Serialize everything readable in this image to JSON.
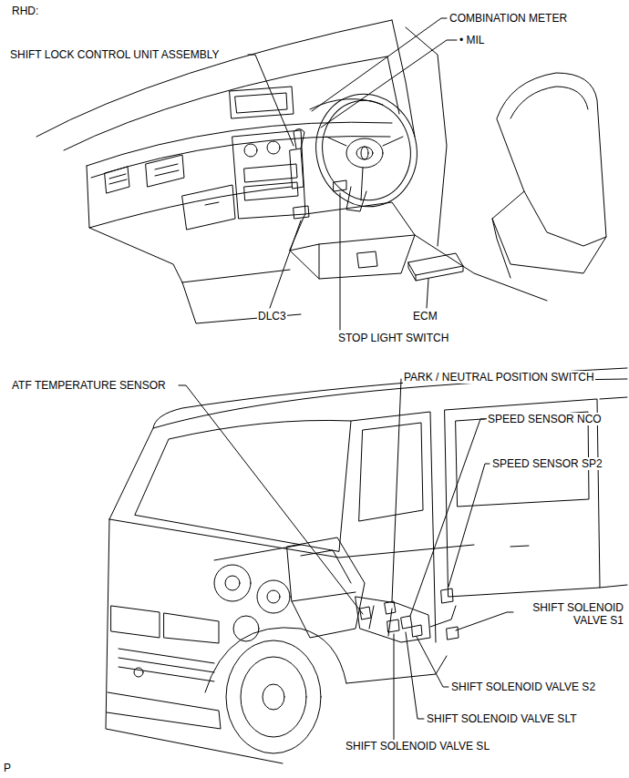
{
  "diagram": {
    "labels": [
      "RHD:",
      "COMBINATION METER",
      "• MIL",
      "SHIFT LOCK CONTROL UNIT ASSEMBLY",
      "DLC3",
      "ECM",
      "STOP LIGHT SWITCH",
      "ATF TEMPERATURE SENSOR",
      "PARK / NEUTRAL POSITION SWITCH",
      "SPEED SENSOR NCO",
      "SPEED SENSOR SP2",
      "SHIFT SOLENOID VALVE S1",
      "SHIFT SOLENOID VALVE S2",
      "SHIFT SOLENOID VALVE SLT",
      "SHIFT SOLENOID VALVE SL",
      "P"
    ]
  }
}
